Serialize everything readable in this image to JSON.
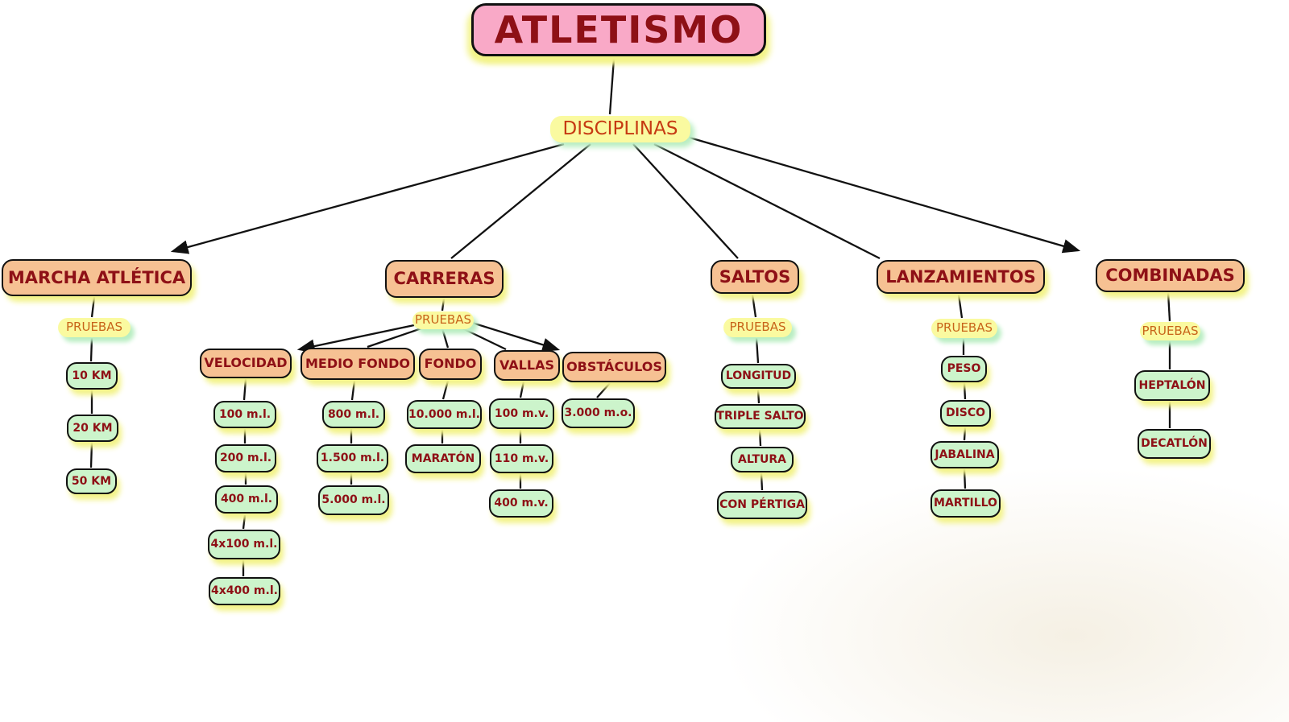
{
  "title": "ATLETISMO",
  "root": {
    "label": "DISCIPLINAS"
  },
  "branches": [
    {
      "label": "MARCHA ATLÉTICA",
      "connector_label": "PRUEBAS",
      "items": [
        "10 KM",
        "20 KM",
        "50 KM"
      ]
    },
    {
      "label": "CARRERAS",
      "connector_label": "PRUEBAS",
      "subbranches": [
        {
          "label": "VELOCIDAD",
          "items": [
            "100 m.l.",
            "200 m.l.",
            "400 m.l.",
            "4x100 m.l.",
            "4x400 m.l."
          ]
        },
        {
          "label": "MEDIO FONDO",
          "items": [
            "800 m.l.",
            "1.500 m.l.",
            "5.000 m.l."
          ]
        },
        {
          "label": "FONDO",
          "items": [
            "10.000 m.l.",
            "MARATÓN"
          ]
        },
        {
          "label": "VALLAS",
          "items": [
            "100 m.v.",
            "110 m.v.",
            "400 m.v."
          ]
        },
        {
          "label": "OBSTÁCULOS",
          "items": [
            "3.000 m.o."
          ]
        }
      ]
    },
    {
      "label": "SALTOS",
      "connector_label": "PRUEBAS",
      "items": [
        "LONGITUD",
        "TRIPLE SALTO",
        "ALTURA",
        "CON PÉRTIGA"
      ]
    },
    {
      "label": "LANZAMIENTOS",
      "connector_label": "PRUEBAS",
      "items": [
        "PESO",
        "DISCO",
        "JABALINA",
        "MARTILLO"
      ]
    },
    {
      "label": "COMBINADAS",
      "connector_label": "PRUEBAS",
      "items": [
        "HEPTALÓN",
        "DECATLÓN"
      ]
    }
  ],
  "colors": {
    "title_bg": "#f9a9c7",
    "cat_bg": "#f6c193",
    "leaf_bg": "#ccf4cb",
    "pill_bg": "#fafaa0",
    "dark_red": "#8e1016",
    "orange_red": "#c63a12",
    "pruebas_orange": "#c8641a",
    "shadow_yellow": "#f3f388",
    "shadow_green": "#b9eec2",
    "border": "#111111",
    "line": "#111111",
    "bg_tint": "#f5f0e4"
  }
}
